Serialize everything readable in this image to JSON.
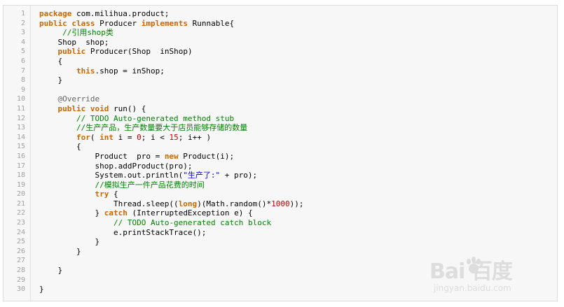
{
  "code": {
    "lines": [
      {
        "n": "1",
        "html": "<span class=\"kw\">package</span> com.milihua.product;"
      },
      {
        "n": "2",
        "html": "<span class=\"kw\">public class</span> Producer <span class=\"kw\">implements</span> Runnable{"
      },
      {
        "n": "3",
        "html": "     <span class=\"cm\">//引用shop类</span>"
      },
      {
        "n": "4",
        "html": "    Shop  shop;"
      },
      {
        "n": "5",
        "html": "    <span class=\"kw\">public</span> Producer(Shop  inShop)"
      },
      {
        "n": "6",
        "html": "    {"
      },
      {
        "n": "7",
        "html": "        <span class=\"kw\">this</span>.shop = inShop;"
      },
      {
        "n": "8",
        "html": "    }"
      },
      {
        "n": "9",
        "html": ""
      },
      {
        "n": "10",
        "html": "    <span class=\"an\">@Override</span>"
      },
      {
        "n": "11",
        "html": "    <span class=\"kw\">public void</span> run() {"
      },
      {
        "n": "12",
        "html": "        <span class=\"cm\">// TODO Auto-generated method stub</span>"
      },
      {
        "n": "13",
        "html": "        <span class=\"cm\">//生产产品，生产数量要大于店员能够存储的数量</span>"
      },
      {
        "n": "14",
        "html": "        <span class=\"kw\">for</span>( <span class=\"kw\">int</span> i = <span class=\"num\">0</span>; i &lt; <span class=\"num\">15</span>; i++ )"
      },
      {
        "n": "15",
        "html": "        {"
      },
      {
        "n": "16",
        "html": "            Product  pro = <span class=\"kw\">new</span> Product(i);"
      },
      {
        "n": "17",
        "html": "            shop.addProduct(pro);"
      },
      {
        "n": "18",
        "html": "            System.out.println(<span class=\"str\">\"生产了:\"</span> + pro);"
      },
      {
        "n": "19",
        "html": "            <span class=\"cm\">//模拟生产一件产品花费的时间</span>"
      },
      {
        "n": "20",
        "html": "            <span class=\"kw\">try</span> {"
      },
      {
        "n": "21",
        "html": "                Thread.sleep((<span class=\"kw\">long</span>)(Math.random()*<span class=\"num\">1000</span>));"
      },
      {
        "n": "22",
        "html": "            } <span class=\"kw\">catch</span> (InterruptedException e) {"
      },
      {
        "n": "23",
        "html": "                <span class=\"cm\">// TODO Auto-generated catch block</span>"
      },
      {
        "n": "24",
        "html": "                e.printStackTrace();"
      },
      {
        "n": "25",
        "html": "            }"
      },
      {
        "n": "26",
        "html": "        }"
      },
      {
        "n": "27",
        "html": ""
      },
      {
        "n": "28",
        "html": "    }"
      },
      {
        "n": "29",
        "html": ""
      },
      {
        "n": "30",
        "html": "}"
      }
    ]
  },
  "watermark": {
    "main": "Bai  百度",
    "sub": "jingyan.baidu.com",
    "color": "#c8c8c8"
  },
  "colors": {
    "keyword": "#cc6600",
    "comment": "#008200",
    "annotation": "#646464",
    "string": "#0000ff",
    "number": "#c00000",
    "gutter_text": "#a0a0a0",
    "background": "#f7f7f7"
  }
}
